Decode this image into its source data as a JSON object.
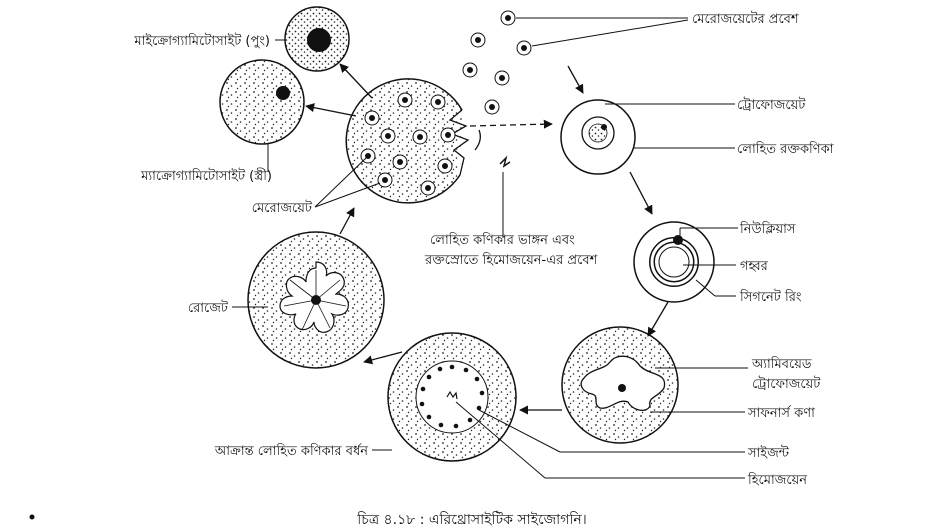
{
  "labels": {
    "microgametocyte": "মাইক্রোগ্যামিটোসাইট (পুং)",
    "macrogametocyte": "ম্যাক্রোগ্যামিটোসাইট (স্ত্রী)",
    "merozoite": "মেরোজয়েট",
    "merozoite_entry": "মেরোজয়েটের প্রবেশ",
    "trophozoite": "ট্রোফোজয়েট",
    "rbc": "লোহিত রক্তকণিকা",
    "nucleus": "নিউক্লিয়াস",
    "vacuole": "গহ্বর",
    "signet_ring": "সিগনেট রিং",
    "amoeboid_line1": "অ্যামিবয়েড",
    "amoeboid_line2": "ট্রোফোজয়েট",
    "schuffners": "সাফনার্স কণা",
    "schizont": "সাইজন্ট",
    "hemozoin": "হিমোজয়েন",
    "rosette": "রোজেট",
    "enlarged_rbc": "আক্রান্ত লোহিত কণিকার বর্ধন",
    "rupture_line1": "লোহিত কণিকার ভাঙ্গন এবং",
    "rupture_line2": "রক্তস্রোতে হিমোজয়েন-এর প্রবেশ"
  },
  "caption": "চিত্র ৪.১৮ : এরিথ্রোসাইটিক সাইজোগনি।"
}
